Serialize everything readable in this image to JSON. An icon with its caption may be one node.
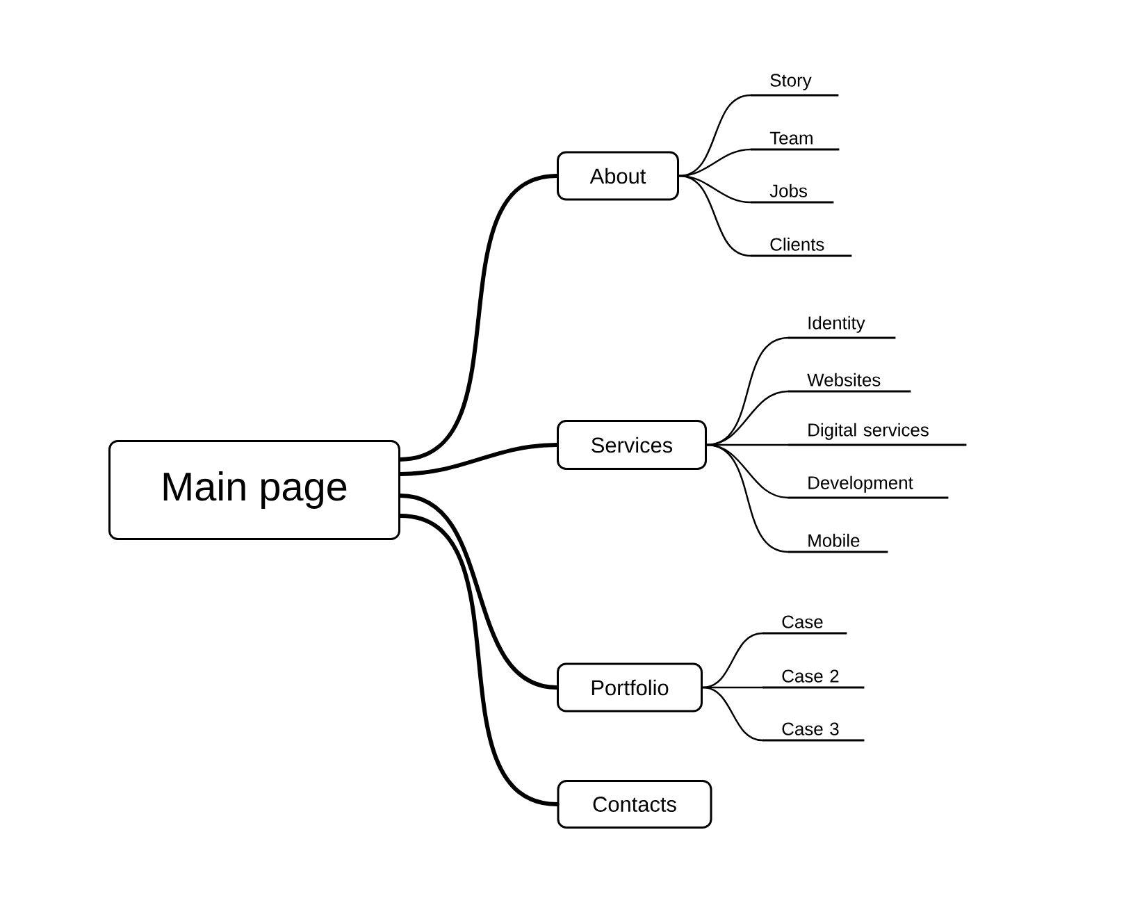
{
  "diagram": {
    "nodes": [
      {
        "text": [
          "Main page"
        ]
      },
      {
        "text": [
          "About"
        ]
      },
      {
        "text": [
          "Story"
        ]
      },
      {
        "text": [
          "Team"
        ]
      },
      {
        "text": [
          "Jobs"
        ]
      },
      {
        "text": [
          "Clients"
        ]
      },
      {
        "text": [
          "Services"
        ]
      },
      {
        "text": [
          "Identity"
        ]
      },
      {
        "text": [
          "Websites"
        ]
      },
      {
        "text": [
          "Digital services"
        ]
      },
      {
        "text": [
          "Development"
        ]
      },
      {
        "text": [
          "Mobile"
        ]
      },
      {
        "text": [
          "Portfolio"
        ]
      },
      {
        "text": [
          "Case"
        ]
      },
      {
        "text": [
          "Case 2"
        ]
      },
      {
        "text": [
          "Case 3"
        ]
      },
      {
        "text": [
          "Contacts"
        ]
      }
    ],
    "edges": [
      {
        "from": 0,
        "to": 1,
        "arrow": "none",
        "style": "thick"
      },
      {
        "from": 0,
        "to": 6,
        "arrow": "none",
        "style": "thick"
      },
      {
        "from": 0,
        "to": 12,
        "arrow": "none",
        "style": "thick"
      },
      {
        "from": 0,
        "to": 16,
        "arrow": "none",
        "style": "thick"
      },
      {
        "from": 1,
        "to": 2,
        "arrow": "none"
      },
      {
        "from": 1,
        "to": 3,
        "arrow": "none"
      },
      {
        "from": 1,
        "to": 4,
        "arrow": "none"
      },
      {
        "from": 1,
        "to": 5,
        "arrow": "none"
      },
      {
        "from": 6,
        "to": 7,
        "arrow": "none"
      },
      {
        "from": 6,
        "to": 8,
        "arrow": "none"
      },
      {
        "from": 6,
        "to": 9,
        "arrow": "none"
      },
      {
        "from": 6,
        "to": 10,
        "arrow": "none"
      },
      {
        "from": 6,
        "to": 11,
        "arrow": "none"
      },
      {
        "from": 12,
        "to": 13,
        "arrow": "none"
      },
      {
        "from": 12,
        "to": 14,
        "arrow": "none"
      },
      {
        "from": 12,
        "to": 15,
        "arrow": "none"
      }
    ]
  }
}
